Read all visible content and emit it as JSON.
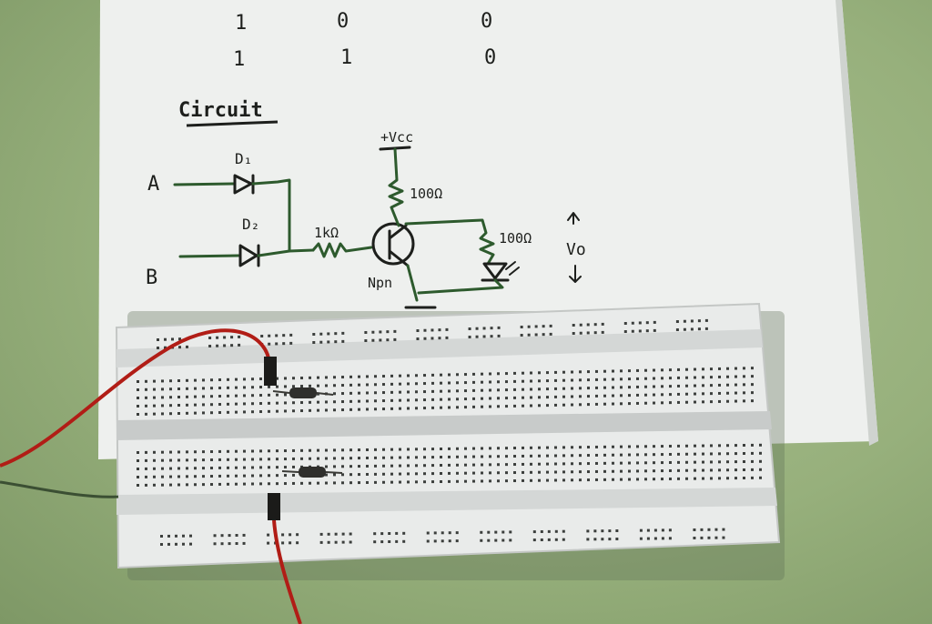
{
  "truth_table": {
    "rows": [
      {
        "a": "1",
        "b": "0",
        "out": "0"
      },
      {
        "a": "1",
        "b": "1",
        "out": "0"
      }
    ]
  },
  "circuit": {
    "heading": "Circuit",
    "input_a": "A",
    "input_b": "B",
    "diode_1": "D₁",
    "diode_2": "D₂",
    "supply": "+Vcc",
    "collector_resistor": "100Ω",
    "base_resistor": "1kΩ",
    "transistor_type": "Npn",
    "led_resistor": "100Ω",
    "output_label": "Vo"
  },
  "colors": {
    "paper": "#f1f2f0",
    "ink": "#1d1f1c",
    "breadboard": "#e9ebea",
    "hole": "#3b3e3c",
    "wire_red": "#b11d16",
    "background": "#9cb482"
  }
}
